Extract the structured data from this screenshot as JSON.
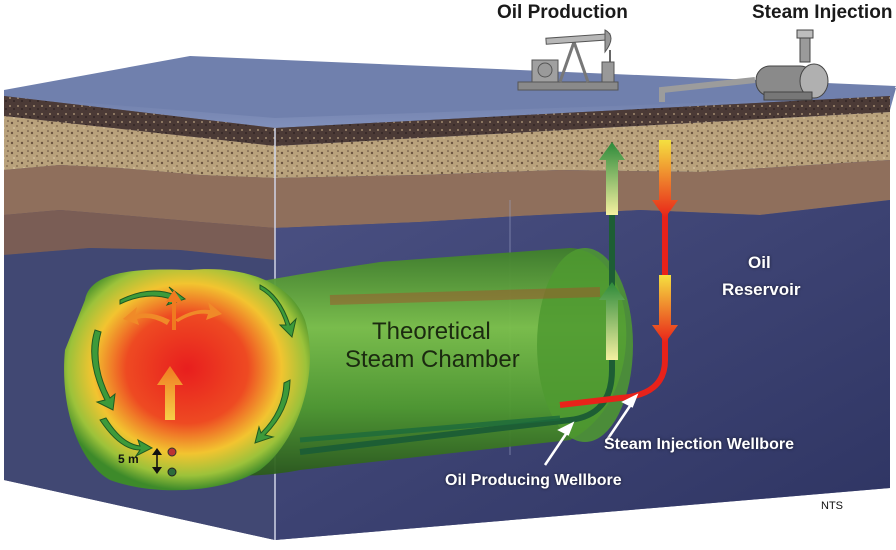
{
  "labels": {
    "oil_production": "Oil Production",
    "steam_injection": "Steam Injection",
    "oil_reservoir_line1": "Oil",
    "oil_reservoir_line2": "Reservoir",
    "chamber_line1": "Theoretical",
    "chamber_line2": "Steam Chamber",
    "steam_wellbore": "Steam Injection Wellbore",
    "oil_wellbore": "Oil Producing Wellbore",
    "spacing": "5 m",
    "nts": "NTS"
  },
  "colors": {
    "surface": "#6f7fa8",
    "rock_light": "#c9b48f",
    "rock_dark": "#8a6a55",
    "reservoir": "#3c4470",
    "chamber_green": "#5aa03a",
    "hot_red": "#e0281e",
    "hot_yellow": "#f2e23a",
    "injector": "#e8221a",
    "producer": "#1d6a3a"
  },
  "icons": [
    "pumpjack-icon",
    "steam-generator-icon"
  ]
}
